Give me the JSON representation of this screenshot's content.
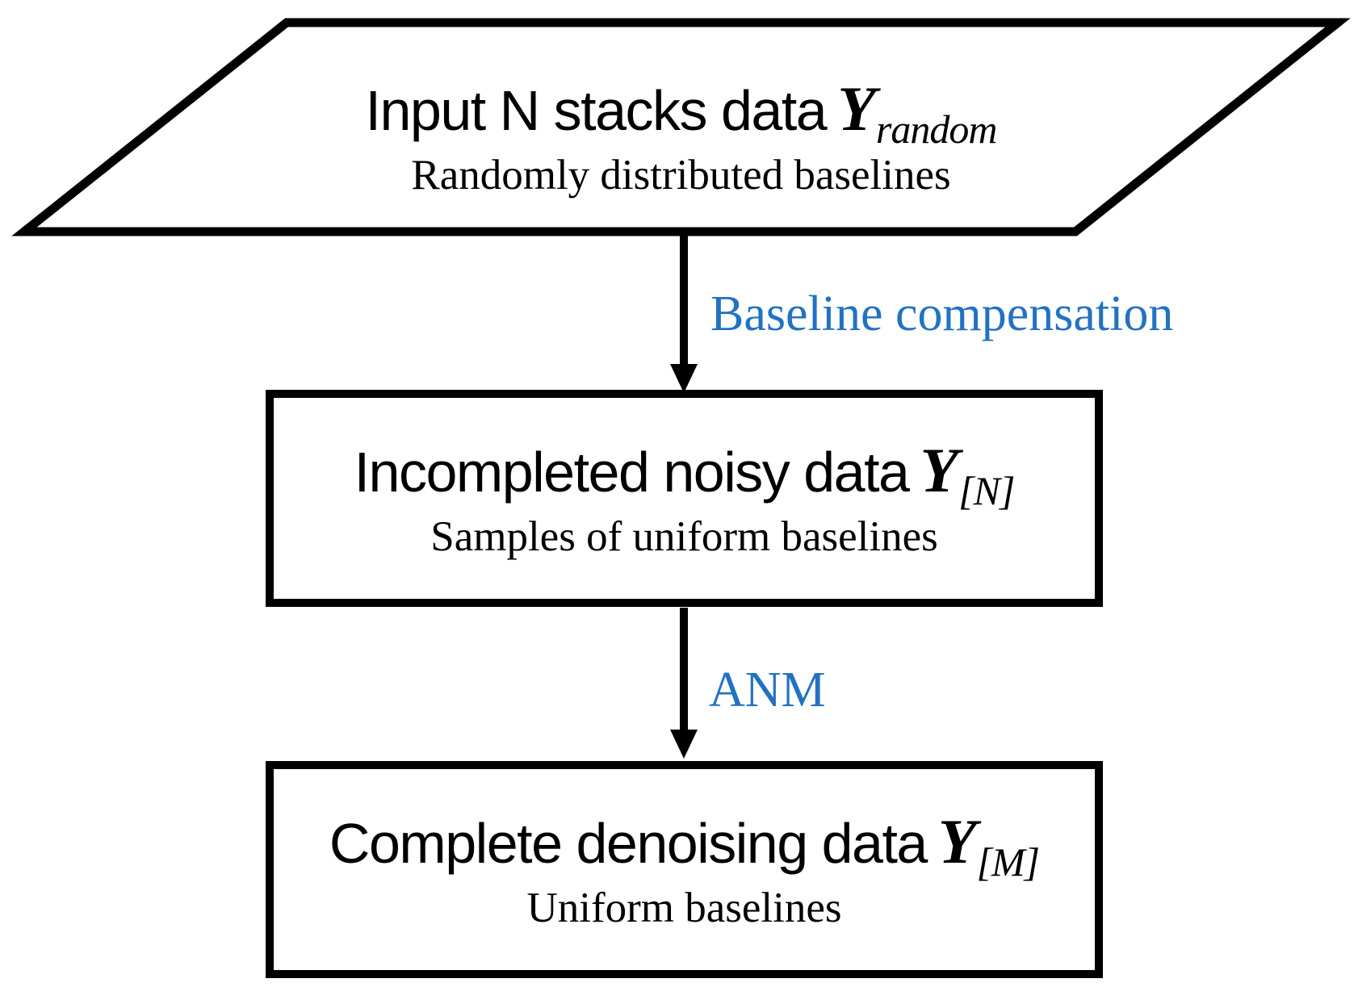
{
  "diagram": {
    "type": "flowchart",
    "nodes": [
      {
        "id": "input",
        "shape": "parallelogram",
        "title": "Input N stacks data",
        "symbol": "Y",
        "subscript": "random",
        "subtitle": "Randomly distributed baselines"
      },
      {
        "id": "incomplete",
        "shape": "rectangle",
        "title": "Incompleted noisy data",
        "symbol": "Y",
        "subscript": "[N]",
        "subtitle": "Samples of uniform baselines"
      },
      {
        "id": "complete",
        "shape": "rectangle",
        "title": "Complete denoising data",
        "symbol": "Y",
        "subscript": "[M]",
        "subtitle": "Uniform baselines"
      }
    ],
    "edges": [
      {
        "from": "input",
        "to": "incomplete",
        "label": "Baseline compensation"
      },
      {
        "from": "incomplete",
        "to": "complete",
        "label": "ANM"
      }
    ],
    "colors": {
      "edge_label": "#2272c2",
      "shape_stroke": "#000000",
      "text": "#000000",
      "background": "#ffffff"
    }
  }
}
